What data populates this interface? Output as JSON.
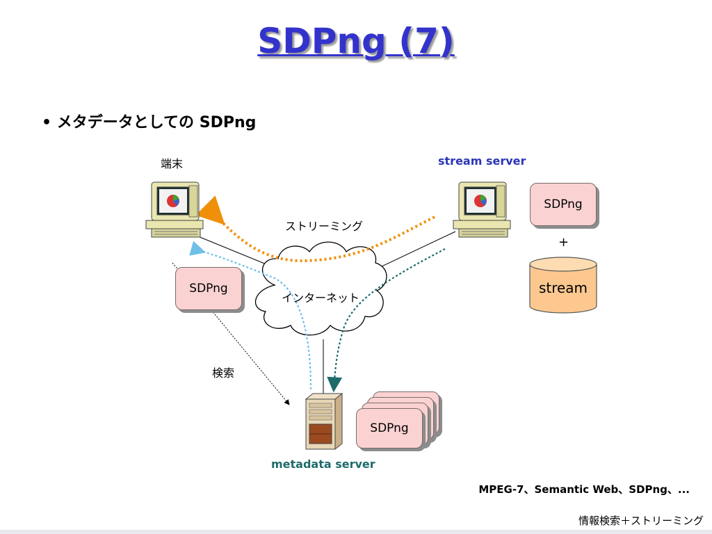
{
  "slide": {
    "title": "SDPng (7)",
    "bullet": "• メタデータとしての SDPng"
  },
  "diagram": {
    "terminal_label": "端末",
    "stream_server_label": "stream server",
    "metadata_server_label": "metadata server",
    "streaming_label": "ストリーミング",
    "internet_label": "インターネット",
    "search_label": "検索",
    "sdpng_label": "SDPng",
    "plus_label": "+",
    "stream_label": "stream"
  },
  "footer": {
    "standards": "MPEG-7、Semantic Web、SDPng、...",
    "course": "情報検索＋ストリーミング"
  },
  "colors": {
    "title": "#3333cc",
    "streaming_arrow": "#f0900a",
    "search_arrow": "#6ec0e8",
    "metadata_arrow": "#1e6b6b",
    "card_fill": "#fbd2d2",
    "cylinder_fill": "#fcc890"
  }
}
